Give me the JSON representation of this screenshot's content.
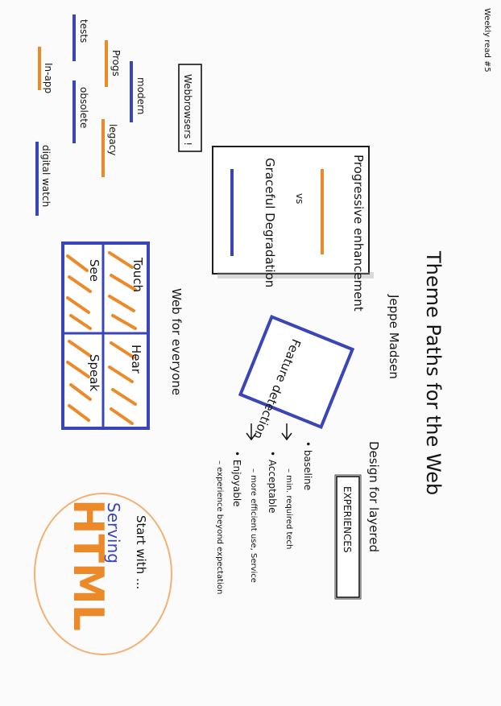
{
  "page": {
    "header_note": "Weekly read #5",
    "title": "Theme Paths for the Web",
    "author": "Jeppe Madsen",
    "design_for": "Design for layered",
    "experiences_box": "EXPERIENCES",
    "baseline": "• baseline",
    "baseline_sub": "– min. required tech",
    "acceptable": "• Acceptable",
    "acceptable_sub": "– more efficient use, Service",
    "enjoyable": "• Enjoyable",
    "enjoyable_sub": "– experience beyond expectation",
    "start_with": "Start with ...",
    "serving": "Serving",
    "html": "HTML",
    "feature_detection": "Feature detection",
    "progressive": "Progressive enhancement",
    "vs": "vs",
    "graceful": "Graceful Degradation",
    "webbrowsers": "Webbrowsers !",
    "browsers": [
      "modern",
      "Progs",
      "legacy",
      "tests",
      "obsolete",
      "In-app",
      "digital watch"
    ],
    "web_for_everyone": "Web for everyone",
    "grid_cells": [
      "Touch",
      "Hear",
      "See",
      "Speak"
    ],
    "colors": {
      "ink": "#141414",
      "blue": "#3a45b8",
      "orange": "#ec8a2a",
      "paper": "#fbfbfb"
    }
  }
}
